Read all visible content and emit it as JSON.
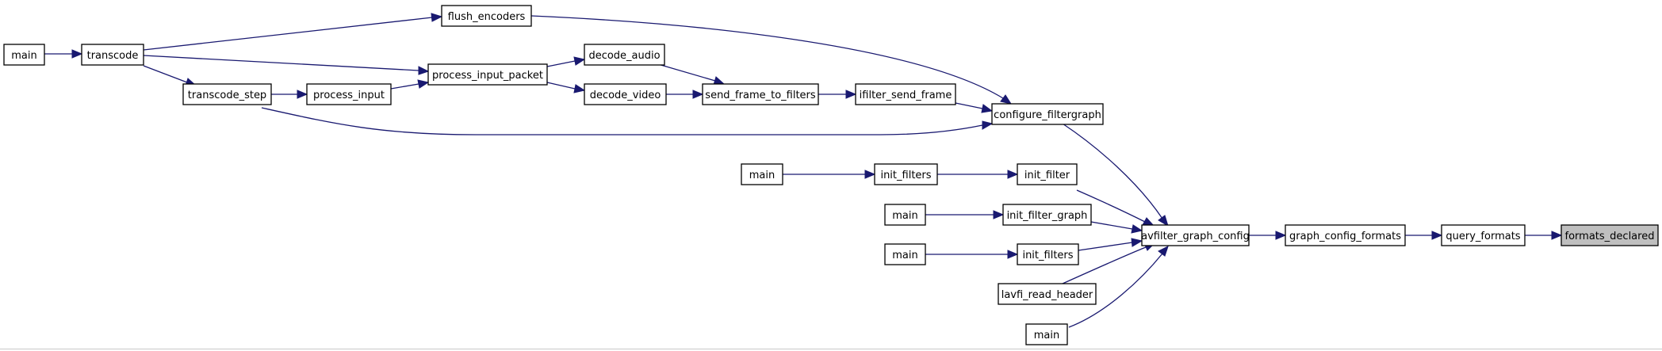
{
  "graph": {
    "nodes": {
      "formats_declared": "formats_declared",
      "query_formats": "query_formats",
      "graph_config_formats": "graph_config_formats",
      "avfilter_graph_config": "avfilter_graph_config",
      "configure_filtergraph": "configure_filtergraph",
      "init_filter": "init_filter",
      "init_filter_graph": "init_filter_graph",
      "init_filters_b": "init_filters",
      "lavfi_read_header": "lavfi_read_header",
      "main_1": "main",
      "flush_encoders": "flush_encoders",
      "ifilter_send_frame": "ifilter_send_frame",
      "transcode_step": "transcode_step",
      "send_frame_to_filters": "send_frame_to_filters",
      "decode_audio": "decode_audio",
      "decode_video": "decode_video",
      "process_input_packet": "process_input_packet",
      "process_input": "process_input",
      "transcode": "transcode",
      "main_2": "main",
      "init_filters_a": "init_filters",
      "main_3": "main",
      "main_4": "main",
      "main_5": "main"
    },
    "highlighted": "formats_declared",
    "colors": {
      "edge": "#191970",
      "node_border": "#000000",
      "highlight_fill": "#bfbfbf",
      "background": "#ffffff"
    }
  }
}
